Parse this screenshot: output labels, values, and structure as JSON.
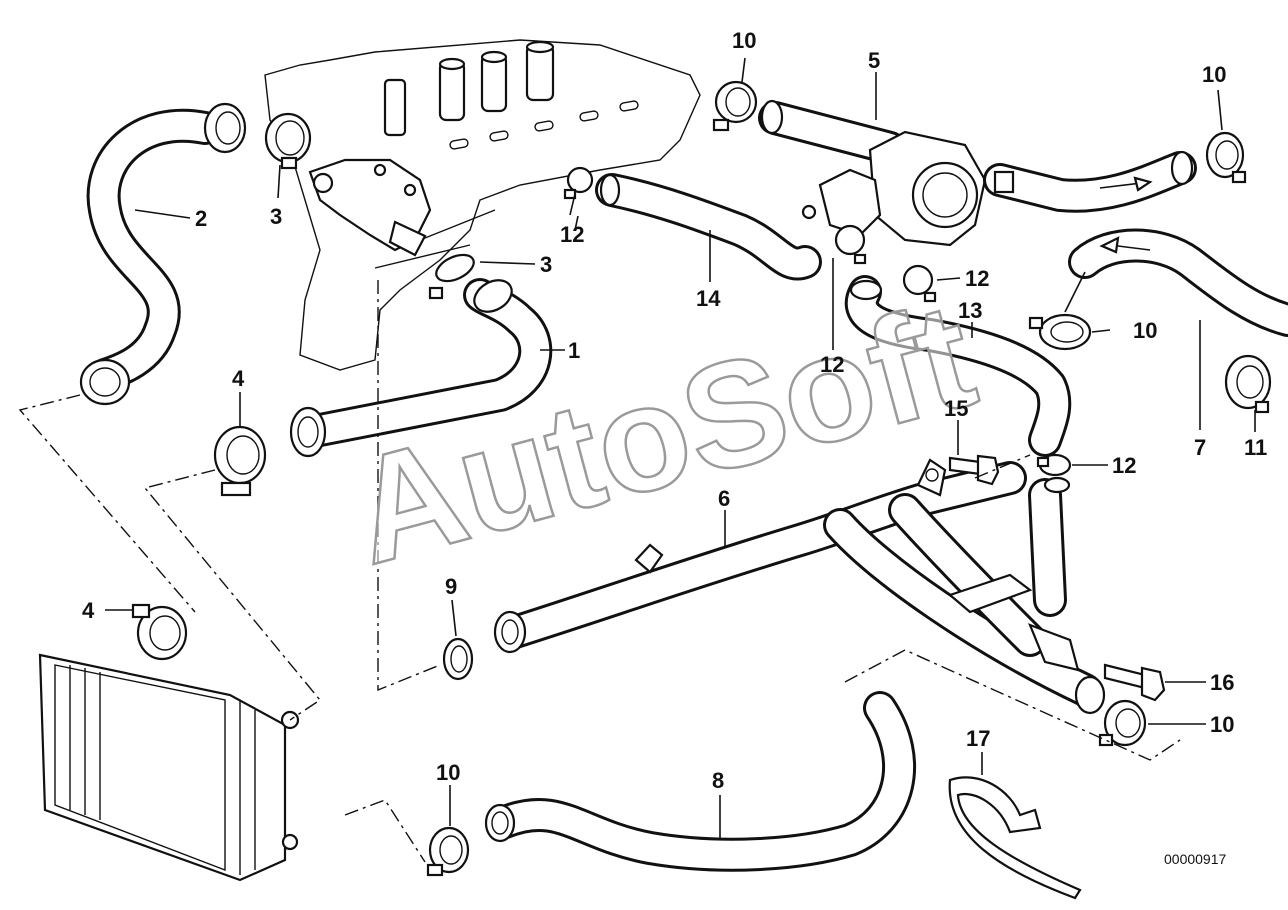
{
  "diagram": {
    "callouts": [
      "10",
      "5",
      "10",
      "2",
      "3",
      "12",
      "3",
      "14",
      "12",
      "13",
      "10",
      "1",
      "12",
      "4",
      "15",
      "12",
      "7",
      "11",
      "6",
      "9",
      "4",
      "16",
      "10",
      "17",
      "10",
      "8"
    ],
    "reference_number": "00000917",
    "watermark": "AutoSoft"
  }
}
